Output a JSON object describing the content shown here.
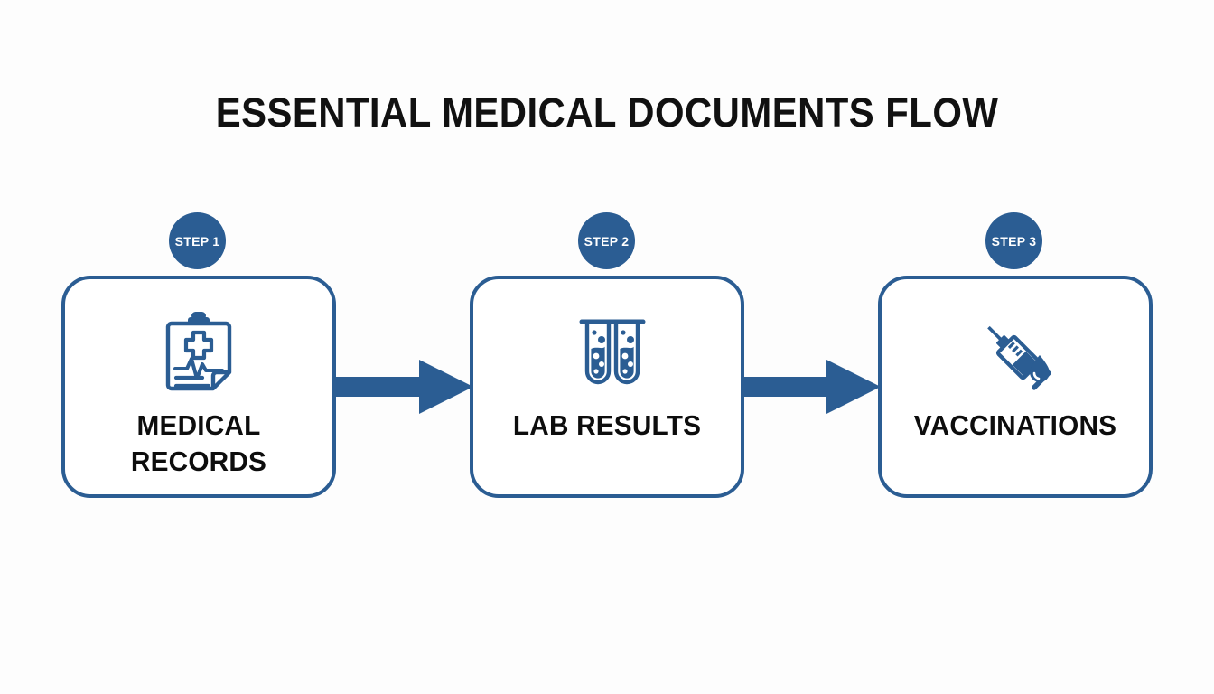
{
  "page": {
    "title": "ESSENTIAL MEDICAL DOCUMENTS FLOW",
    "background_color": "#fdfdfd",
    "accent_color": "#2b5d93",
    "text_color": "#0d0d0d"
  },
  "flow": {
    "steps": [
      {
        "badge": "STEP 1",
        "label": "MEDICAL RECORDS",
        "icon": "clipboard-medical-record-icon"
      },
      {
        "badge": "STEP 2",
        "label": "LAB RESULTS",
        "icon": "test-tubes-icon"
      },
      {
        "badge": "STEP 3",
        "label": "VACCINATIONS",
        "icon": "syringe-icon"
      }
    ],
    "connectors": [
      {
        "name": "arrow-right",
        "from": "STEP 1",
        "to": "STEP 2"
      },
      {
        "name": "arrow-right",
        "from": "STEP 2",
        "to": "STEP 3"
      }
    ]
  }
}
